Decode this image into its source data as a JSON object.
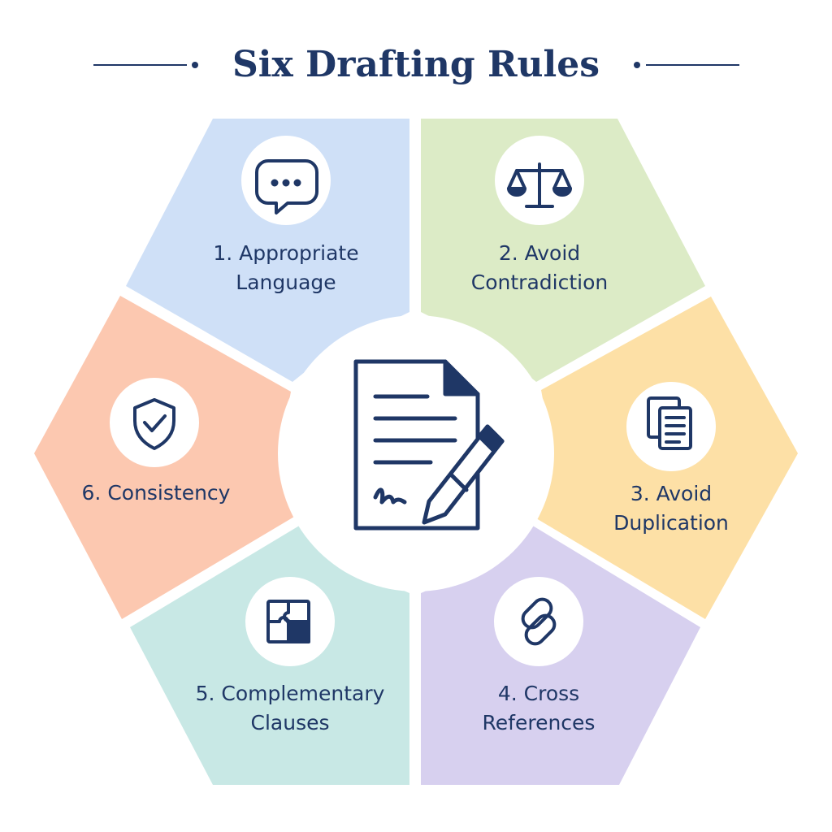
{
  "title": "Six Drafting Rules",
  "colors": {
    "ink": "#1f3766",
    "seg1": "#cfe0f7",
    "seg2": "#dcebc6",
    "seg3": "#fde0a6",
    "seg4": "#d7d0ef",
    "seg5": "#c8e8e5",
    "seg6": "#fcc8b0"
  },
  "segments": [
    {
      "line1": "1. Appropriate",
      "line2": "Language",
      "icon": "speech-bubble-icon"
    },
    {
      "line1": "2. Avoid",
      "line2": "Contradiction",
      "icon": "scales-icon"
    },
    {
      "line1": "3. Avoid",
      "line2": "Duplication",
      "icon": "documents-icon"
    },
    {
      "line1": "4. Cross",
      "line2": "References",
      "icon": "chain-link-icon"
    },
    {
      "line1": "5. Complementary",
      "line2": "Clauses",
      "icon": "puzzle-icon"
    },
    {
      "line1": "6. Consistency",
      "line2": "",
      "icon": "shield-check-icon"
    }
  ],
  "center": {
    "icon": "contract-pen-icon"
  }
}
